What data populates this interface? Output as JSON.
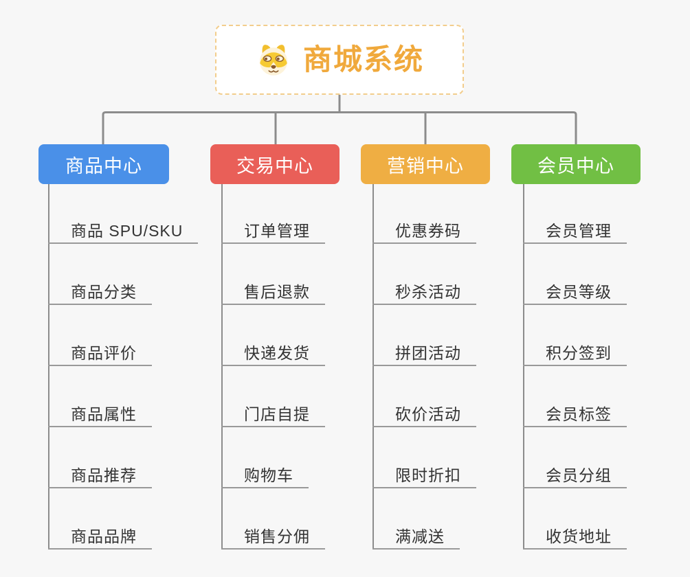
{
  "root": {
    "title": "商城系统",
    "icon": "dog-face-icon",
    "accent_color": "#F0A93C",
    "border_color": "#F2CD8C"
  },
  "branches": [
    {
      "label": "商品中心",
      "color": "#4A90E8",
      "items": [
        "商品 SPU/SKU",
        "商品分类",
        "商品评价",
        "商品属性",
        "商品推荐",
        "商品品牌"
      ]
    },
    {
      "label": "交易中心",
      "color": "#E95F58",
      "items": [
        "订单管理",
        "售后退款",
        "快递发货",
        "门店自提",
        "购物车",
        "销售分佣"
      ]
    },
    {
      "label": "营销中心",
      "color": "#EFAE43",
      "items": [
        "优惠券码",
        "秒杀活动",
        "拼团活动",
        "砍价活动",
        "限时折扣",
        "满减送"
      ]
    },
    {
      "label": "会员中心",
      "color": "#71BF44",
      "items": [
        "会员管理",
        "会员等级",
        "积分签到",
        "会员标签",
        "会员分组",
        "收货地址"
      ]
    }
  ],
  "style": {
    "background_color": "#F7F7F7",
    "connector_color": "#8C8C8C",
    "item_underline_color": "#999999",
    "item_text_color": "#333333"
  }
}
